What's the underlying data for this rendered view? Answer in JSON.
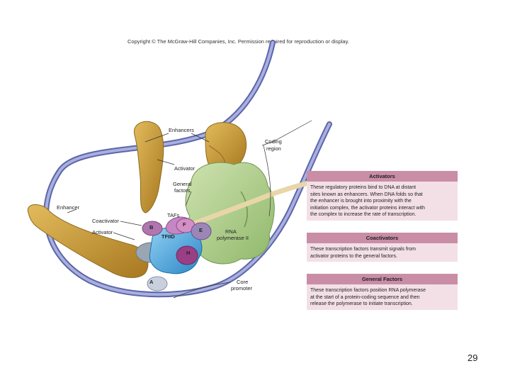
{
  "copyright": "Copyright © The McGraw-Hill Companies, Inc. Permission required for reproduction or display.",
  "labels": {
    "enhancers": "Enhancers",
    "activator_top": "Activator",
    "coding_region_1": "Coding",
    "coding_region_2": "region",
    "general_factors_1": "General",
    "general_factors_2": "factors",
    "enhancer": "Enhancer",
    "coactivator": "Coactivator",
    "activator_left": "Activator",
    "tafs": "TAFs",
    "tfiid": "TFIID",
    "rna_pol_1": "RNA",
    "rna_pol_2": "polymerase II",
    "core_promoter_1": "Core",
    "core_promoter_2": "promoter"
  },
  "factors": {
    "b": "B",
    "f": "F",
    "e": "E",
    "h": "H",
    "a": "A"
  },
  "boxes": [
    {
      "title": "Activators",
      "lines": [
        "These regulatory proteins bind to DNA at distant",
        "sites known as enhancers. When DNA folds so that",
        "the enhancer is brought into proximity with the",
        "initiation complex, the activator proteins interact with",
        "the complex to increase the rate of transcription."
      ]
    },
    {
      "title": "Coactivators",
      "lines": [
        "These transcription factors transmit signals from",
        "activator proteins to the general factors."
      ]
    },
    {
      "title": "General Factors",
      "lines": [
        "These transcription factors position RNA polymerase",
        "at the start of a protein-coding sequence and then",
        "release the polymerase to initiate transcription."
      ]
    }
  ],
  "page_number": "29",
  "colors": {
    "dna": "#7d86c4",
    "activator": "#c99a3a",
    "rna_polymerase": "#a9c98a",
    "tfiid": "#4aa6dc",
    "factor_purple": "#a86aa8",
    "box_header": "#c98da6",
    "box_body": "#f3e0e7"
  }
}
